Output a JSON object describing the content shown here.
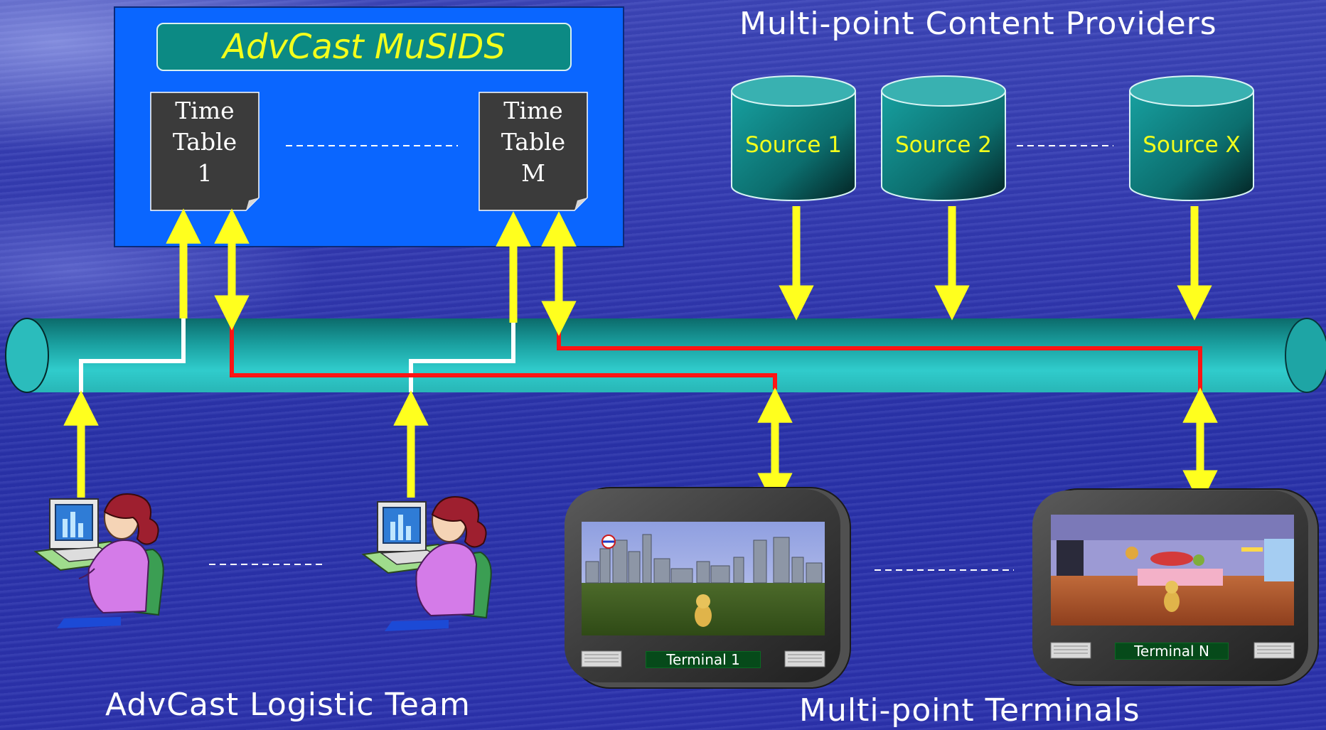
{
  "musids": {
    "title": "AdvCast MuSIDS",
    "timetables": [
      {
        "label": "Time\nTable\n1"
      },
      {
        "label": "Time\nTable\nM"
      }
    ]
  },
  "providers": {
    "heading": "Multi-point Content Providers",
    "sources": [
      "Source 1",
      "Source 2",
      "Source X"
    ]
  },
  "team": {
    "heading": "AdvCast Logistic Team"
  },
  "terminals": {
    "heading": "Multi-point Terminals",
    "labels": [
      "Terminal 1",
      "Terminal N"
    ]
  },
  "colors": {
    "arrow": "#ffff1e",
    "route": "#ff1414",
    "link": "#ffffff",
    "bus": "#2ab8b8",
    "musids_box": "#0a66ff",
    "source_cylinder": "#0f8f8f"
  }
}
